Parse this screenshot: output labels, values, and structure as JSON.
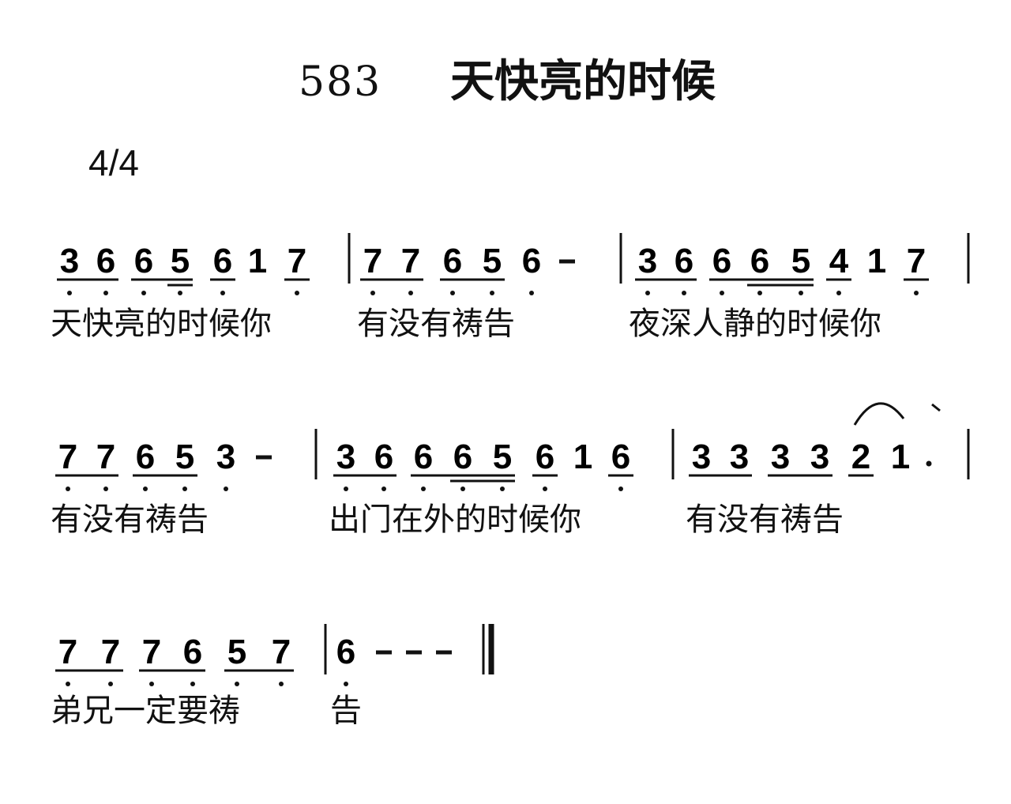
{
  "title": {
    "number": "583",
    "text": "天快亮的时候"
  },
  "time_signature": "4/4",
  "score": {
    "lines": [
      {
        "lyrics": [
          "天快亮的时候你",
          "有没有祷告",
          "夜深人静的时候你"
        ],
        "measures": [
          [
            "3",
            "6",
            "6",
            "5",
            "6",
            "1",
            "7"
          ],
          [
            "7",
            "7",
            "6",
            "5",
            "6",
            "-"
          ],
          [
            "3",
            "6",
            "6",
            "6",
            "5",
            "4",
            "1",
            "7"
          ]
        ]
      },
      {
        "lyrics": [
          "有没有祷告",
          "出门在外的时候你",
          "有没有祷告"
        ],
        "measures": [
          [
            "7",
            "7",
            "6",
            "5",
            "3",
            "-"
          ],
          [
            "3",
            "6",
            "6",
            "6",
            "5",
            "6",
            "1",
            "6"
          ],
          [
            "3",
            "3",
            "3",
            "3",
            "2",
            "1",
            "·"
          ]
        ]
      },
      {
        "lyrics": [
          "弟兄一定要祷",
          "告"
        ],
        "measures": [
          [
            "7",
            "7",
            "7",
            "6",
            "5",
            "7"
          ],
          [
            "6",
            "-",
            "-",
            "-"
          ]
        ]
      }
    ]
  }
}
